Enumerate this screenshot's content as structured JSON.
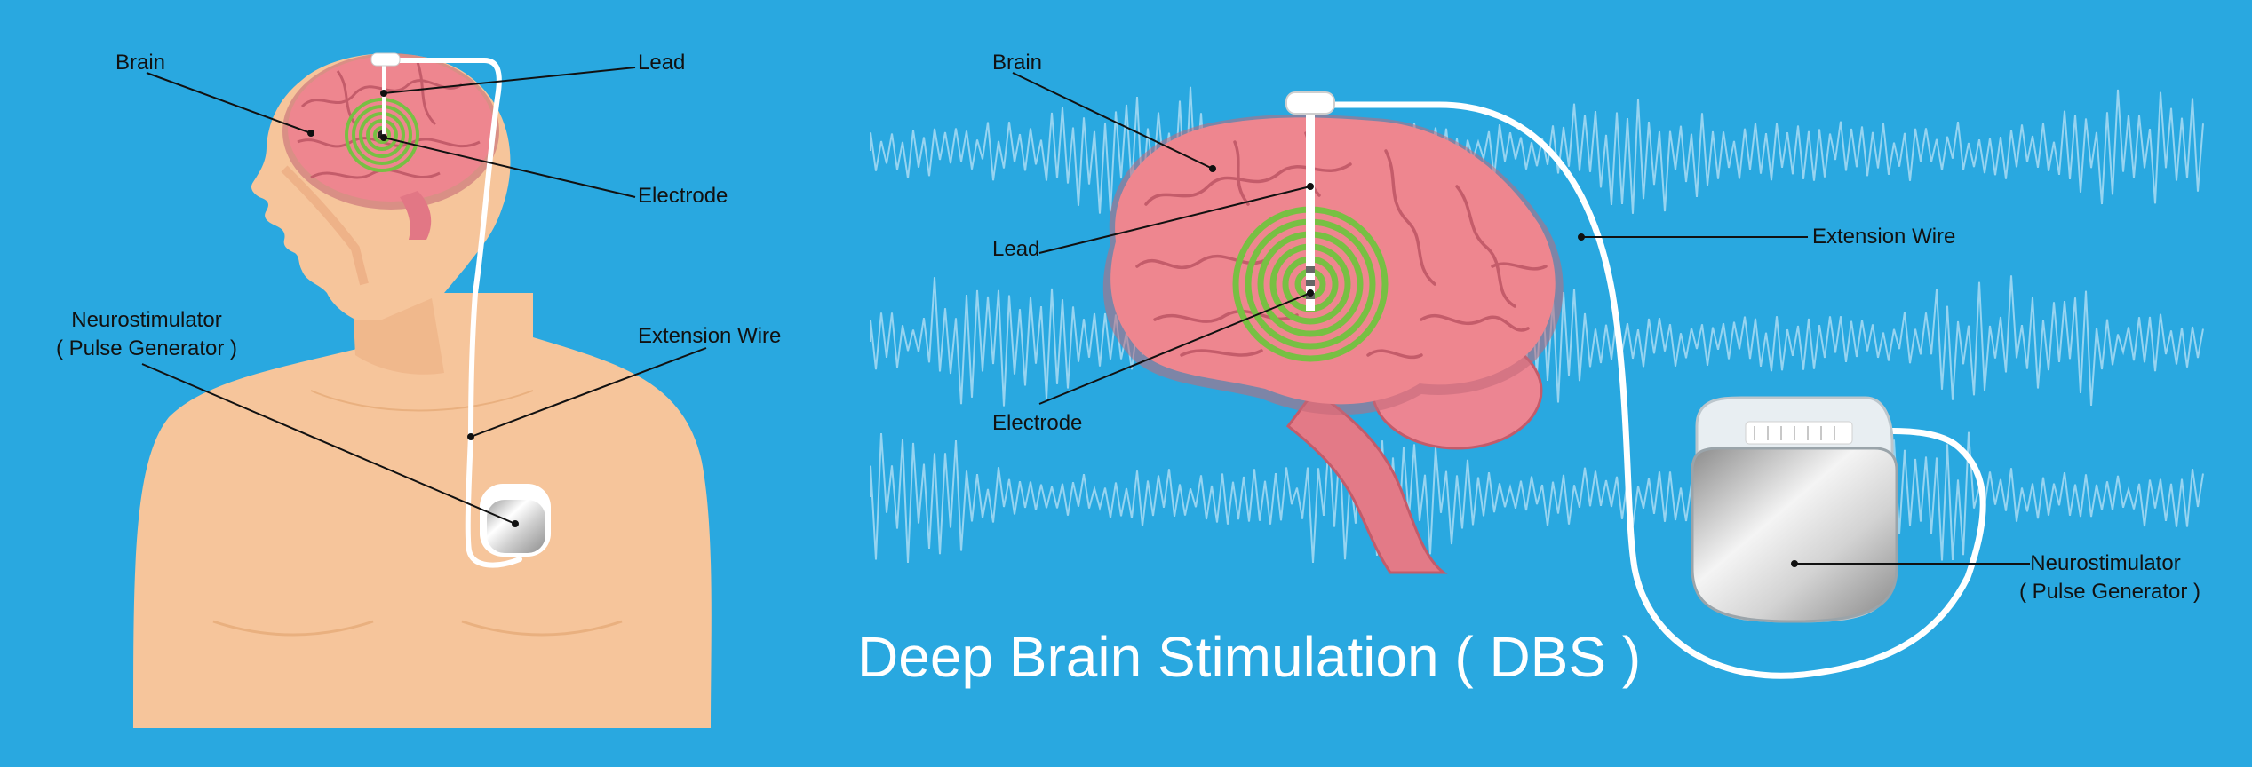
{
  "title": "Deep Brain Stimulation ( DBS )",
  "colors": {
    "background": "#29a8e0",
    "skin": "#f6c59b",
    "brain": "#ee868f",
    "stimulation_rings": "#77c043",
    "wave": "#a9dcf3",
    "device": "#d9d9d9",
    "text": "#111111",
    "title": "#ffffff"
  },
  "left_panel": {
    "labels": {
      "brain": "Brain",
      "lead": "Lead",
      "electrode": "Electrode",
      "neurostimulator": "Neurostimulator",
      "pulse_generator": "( Pulse Generator )",
      "extension_wire": "Extension Wire"
    }
  },
  "right_panel": {
    "labels": {
      "brain": "Brain",
      "lead": "Lead",
      "electrode": "Electrode",
      "extension_wire": "Extension Wire",
      "neurostimulator": "Neurostimulator",
      "pulse_generator": "( Pulse Generator )"
    }
  }
}
